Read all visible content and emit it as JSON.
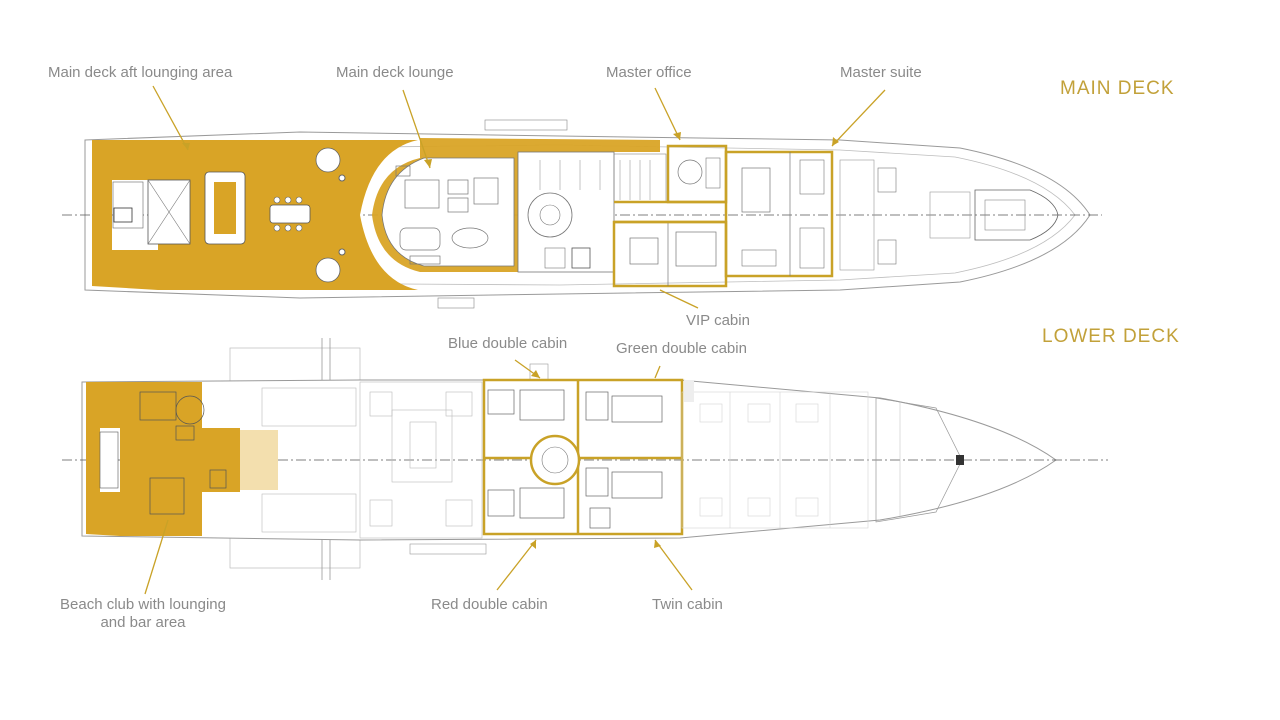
{
  "decks": {
    "main": {
      "title": "MAIN DECK"
    },
    "lower": {
      "title": "LOWER DECK"
    }
  },
  "callouts": {
    "main_aft_lounging": "Main deck aft lounging area",
    "main_lounge": "Main deck lounge",
    "master_office": "Master office",
    "master_suite": "Master suite",
    "vip_cabin": "VIP cabin",
    "blue_double": "Blue double cabin",
    "green_double": "Green double cabin",
    "beach_club_line1": "Beach club with lounging",
    "beach_club_line2": "and bar area",
    "red_double": "Red double cabin",
    "twin_cabin": "Twin cabin"
  },
  "colors": {
    "highlight": "#d9a426",
    "outline": "#c9a227",
    "label": "#8a8a8a",
    "deck_title": "#c2a13a",
    "drawing": "#9a9a9a"
  }
}
